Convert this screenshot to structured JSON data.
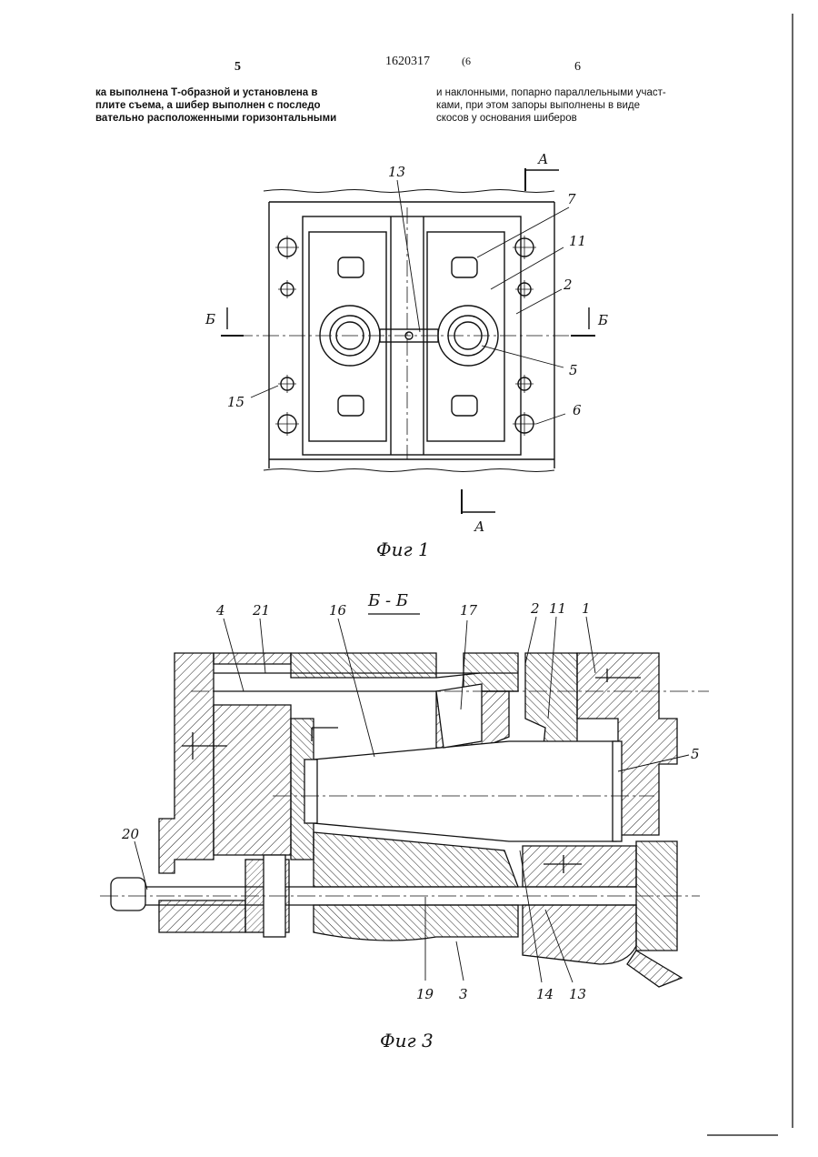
{
  "header": {
    "patent_number": "1620317",
    "page_marker": "(6",
    "left_page_number": "5",
    "right_page_number": "6"
  },
  "text": {
    "left_column": [
      "ка выполнена Т-образной и установлена в",
      "плите съема, а шибер выполнен с последо",
      "вательно расположенными горизонтальными"
    ],
    "right_column": [
      "и наклонными, попарно параллельными участ-",
      "ками, при этом запоры выполнены в виде",
      "скосов у основания шиберов"
    ]
  },
  "figure1": {
    "caption": "Фиг 1",
    "section_a_top": "А",
    "section_a_bottom": "А",
    "section_b_left": "Б",
    "section_b_right": "Б",
    "labels": [
      "13",
      "7",
      "11",
      "2",
      "5",
      "6",
      "15"
    ]
  },
  "figure3": {
    "caption": "Фиг 3",
    "section_title": "Б - Б",
    "labels": [
      "4",
      "21",
      "16",
      "17",
      "2",
      "11",
      "1",
      "5",
      "20",
      "19",
      "3",
      "14",
      "13"
    ]
  }
}
